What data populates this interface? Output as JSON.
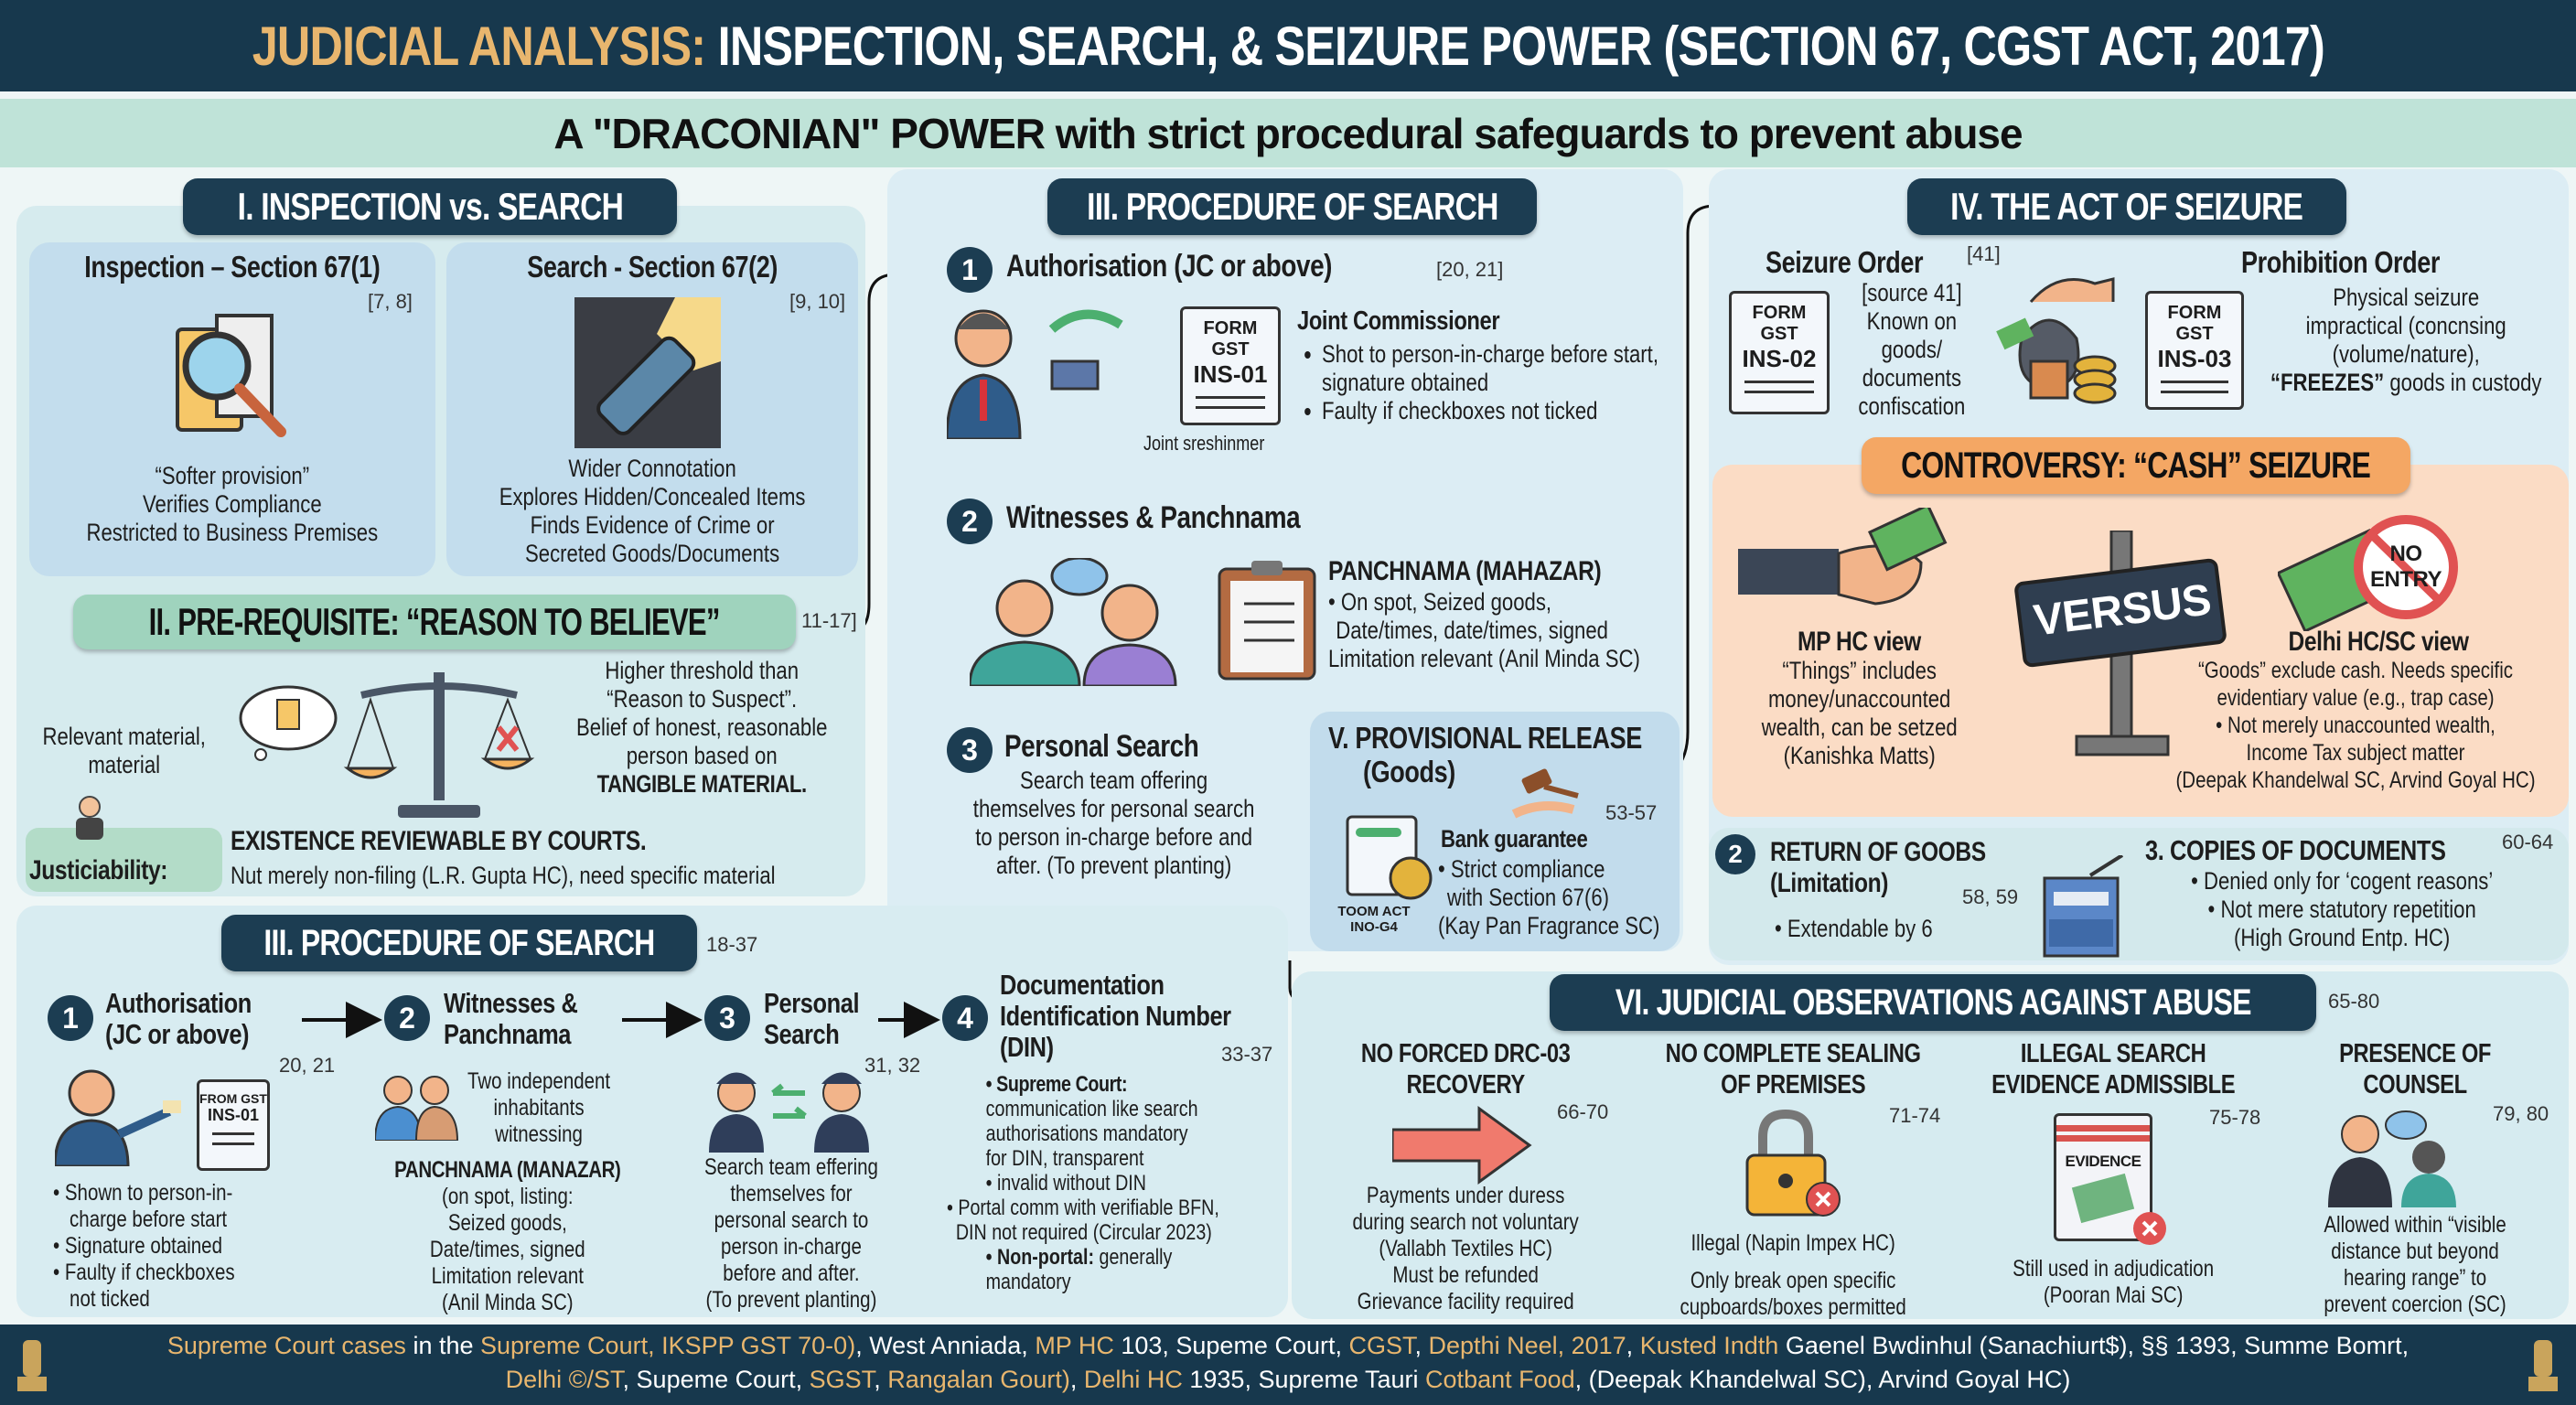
{
  "colors": {
    "header_bg": "#17384d",
    "accent_gold": "#e8b66e",
    "subtitle_bg": "#bfe3d8",
    "pill_dark": "#1c3d52",
    "prereq_green": "#9fd3bd",
    "controversy_orange": "#f4a764",
    "controversy_bg": "#fbdcc5",
    "alert_red": "#e05252"
  },
  "header": {
    "title_accent": "JUDICIAL ANALYSIS:",
    "title_main": "INSPECTION, SEARCH, & SEIZURE POWER (SECTION 67, CGST ACT, 2017)",
    "subtitle": "A \"DRACONIAN\" POWER with strict procedural safeguards to prevent abuse"
  },
  "section1": {
    "title": "I. INSPECTION vs. SEARCH",
    "inspection": {
      "heading": "Inspection – Section 67(1)",
      "ref": "[7, 8]",
      "icon": "magnifier-document-icon",
      "lines": [
        "“Softer provision”",
        "Verifies Compliance",
        "Restricted to Business Premises"
      ]
    },
    "search": {
      "heading": "Search - Section 67(2)",
      "ref": "[9, 10]",
      "icon": "flashlight-icon",
      "lines": [
        "Wider Connotation",
        "Explores Hidden/Concealed Items",
        "Finds Evidence of Crime or",
        "Secreted Goods/Documents"
      ]
    }
  },
  "section2": {
    "title": "II. PRE-REQUISITE: “REASON TO BELIEVE”",
    "ref": "11-17]",
    "left_lines": [
      "Relevant material,",
      "material"
    ],
    "right_lines": [
      "Higher threshold than",
      "“Reason to Suspect”.",
      "Belief of honest, reasonable",
      "person based on"
    ],
    "right_bold": "TANGIBLE MATERIAL.",
    "justiciability_label": "Justiciability:",
    "just_bold": "EXISTENCE REVIEWABLE BY COURTS.",
    "just_text": "Nut merely non-filing (L.R. Gupta HC), need specific material"
  },
  "section3_top": {
    "title": "III. PROCEDURE OF SEARCH",
    "step1": {
      "num": "1",
      "heading": "Authorisation (JC or above)",
      "ref": "[20, 21]",
      "form_top": "FORM GST",
      "form_id": "INS-01",
      "caption": "Joint sreshinmer",
      "sub_heading": "Joint Commissioner",
      "bullets": [
        "Shot to person-in-charge before start, signature obtained",
        "Faulty if checkboxes not ticked"
      ]
    },
    "step2": {
      "num": "2",
      "heading": "Witnesses & Panchnama",
      "sub_heading": "PANCHNAMA (MAHAZAR)",
      "lines": [
        "• On spot,  Seized goods,",
        "Date/times, date/times, signed",
        "Limitation relevant (Anil Minda SC)"
      ]
    },
    "step3": {
      "num": "3",
      "heading": "Personal Search",
      "lines": [
        "Search team offering",
        "themselves for personal search",
        "to person in-charge before and",
        "after. (To prevent planting)"
      ]
    }
  },
  "section5": {
    "title_line1": "V. PROVISIONAL RELEASE",
    "title_line2": "(Goods)",
    "ref": "53-57",
    "doc_caption_1": "TOOM ACT",
    "doc_caption_2": "INO-G4",
    "sub_heading": "Bank guarantee",
    "lines": [
      "• Strict compliance",
      "with Section 67(6)",
      "(Kay Pan Fragrance SC)"
    ]
  },
  "section4": {
    "title": "IV. THE ACT OF SEIZURE",
    "seizure": {
      "heading": "Seizure Order",
      "ref": "[41]",
      "form_top": "FORM GST",
      "form_id": "INS-02",
      "lines": [
        "[source 41]",
        "Known on",
        "goods/",
        "documents",
        "confiscation"
      ]
    },
    "prohibition": {
      "heading": "Prohibition Order",
      "form_top": "FORM GST",
      "form_id": "INS-03",
      "lines": [
        "Physical seizure",
        "impractical (concnsing",
        "(volume/nature),"
      ],
      "bold": "“FREEZES”",
      "tail": " goods in custody"
    }
  },
  "controversy": {
    "title": "CONTROVERSY: “CASH” SEIZURE",
    "versus": "VERSUS",
    "no_entry_1": "NO",
    "no_entry_2": "ENTRY",
    "mp": {
      "heading": "MP HC view",
      "lines": [
        "“Things” includes",
        "money/unaccounted",
        "wealth, can be setzed",
        "(Kanishka Matts)"
      ]
    },
    "delhi": {
      "heading": "Delhi HC/SC view",
      "lines": [
        "“Goods” exclude cash. Needs specific",
        "evidentiary value (e.g., trap case)",
        "• Not merely unaccounted wealth,",
        "Income Tax subject matter",
        "(Deepak Khandelwal SC, Arvind Goyal HC)"
      ]
    }
  },
  "return_goods": {
    "num": "2",
    "heading_1": "RETURN OF GOOBS",
    "heading_2": "(Limitation)",
    "ref": "58, 59",
    "bullet": "• Extendable by 6"
  },
  "copies": {
    "heading": "3. COPIES OF DOCUMENTS",
    "ref": "60-64",
    "lines": [
      "• Denied only for ‘cogent reasons’",
      "• Not mere statutory repetition",
      "(High Ground Entp. HC)"
    ]
  },
  "section3_bottom": {
    "title": "III. PROCEDURE OF SEARCH",
    "ref": "18-37",
    "steps": [
      {
        "num": "1",
        "heading_1": "Authorisation",
        "heading_2": "(JC or above)",
        "ref": "20, 21",
        "form_top": "FROM GST",
        "form_id": "INS-01",
        "bullets": [
          "• Shown to person-in-",
          "charge before start",
          "• Signature obtained",
          "• Faulty if checkboxes",
          "not ticked"
        ]
      },
      {
        "num": "2",
        "heading_1": "Witnesses &",
        "heading_2": "Panchnama",
        "side_lines": [
          "Two independent",
          "inhabitants",
          "witnessing"
        ],
        "sub_heading": "PANCHNAMA (MANAZAR)",
        "lines": [
          "(on spot, listing:",
          "Seized goods,",
          "Date/times, signed",
          "Limitation relevant",
          "(Anil Minda SC)"
        ]
      },
      {
        "num": "3",
        "heading_1": "Personal",
        "heading_2": "Search",
        "ref": "31, 32",
        "lines": [
          "Search team effering",
          "themselves for",
          "personal search to",
          "person in-charge",
          "before and after.",
          "(To prevent planting)"
        ]
      },
      {
        "num": "4",
        "heading_1": "Documentation",
        "heading_2": "Identification Number",
        "heading_3": "(DIN)",
        "ref": "33-37",
        "sc_bold": "• Supreme Court:",
        "lines": [
          "communication like search",
          "authorisations mandatory",
          "for DIN, transparent",
          "• invalid without DIN"
        ],
        "portal_lines": [
          "• Portal comm with verifiable BFN,",
          "DIN not required (Circular 2023)"
        ],
        "np_bold": "• Non-portal:",
        "np_tail": " generally",
        "np_line2": "mandatory"
      }
    ]
  },
  "section6": {
    "title": "VI. JUDICIAL OBSERVATIONS AGAINST ABUSE",
    "ref": "65-80",
    "cols": [
      {
        "heading_1": "NO FORCED DRC-03",
        "heading_2": "RECOVERY",
        "ref": "66-70",
        "lines": [
          "Payments under duress",
          "during search not voluntary",
          "(Vallabh Textiles HC)",
          "Must be refunded",
          "Grievance facility required"
        ]
      },
      {
        "heading_1": "NO COMPLETE SEALING",
        "heading_2": "OF PREMISES",
        "ref": "71-74",
        "lines": [
          "Illegal (Napin Impex HC)",
          "",
          "Only break open specific",
          "cupboards/boxes permitted"
        ]
      },
      {
        "heading_1": "ILLEGAL SEARCH",
        "heading_2": "EVIDENCE ADMISSIBLE",
        "ref": "75-78",
        "evidence_label": "EVIDENCE",
        "lines": [
          "Still used in adjudication",
          "(Pooran Mai SC)"
        ]
      },
      {
        "heading_1": "PRESENCE OF",
        "heading_2": "COUNSEL",
        "ref": "79, 80",
        "lines": [
          "Allowed within “visible",
          "distance but beyond",
          "hearing range” to",
          "prevent coercion (SC)"
        ]
      }
    ]
  },
  "footer": {
    "line1": [
      {
        "text": "Supreme Court cases",
        "gold": true
      },
      {
        "text": " in the ",
        "gold": false
      },
      {
        "text": "Supreme Court, IKSPP GST 70-0)",
        "gold": true
      },
      {
        "text": ", West Anniada, ",
        "gold": false
      },
      {
        "text": "MP HC",
        "gold": true
      },
      {
        "text": " 103, Supeme Court, ",
        "gold": false
      },
      {
        "text": "CGST",
        "gold": true
      },
      {
        "text": ", ",
        "gold": false
      },
      {
        "text": "Depthi Neel, 2017",
        "gold": true
      },
      {
        "text": ", ",
        "gold": false
      },
      {
        "text": "Kusted Indth",
        "gold": true
      },
      {
        "text": " Gaenel Bwdinhul (Sanachiurt$), §§ 1393, Summe Bomrt,",
        "gold": false
      }
    ],
    "line2": [
      {
        "text": "Delhi ©/ST",
        "gold": true
      },
      {
        "text": ", Supeme Court, ",
        "gold": false
      },
      {
        "text": "SGST",
        "gold": true
      },
      {
        "text": ", ",
        "gold": false
      },
      {
        "text": "Rangalan Gourt)",
        "gold": true
      },
      {
        "text": ", ",
        "gold": false
      },
      {
        "text": "Delhi HC",
        "gold": true
      },
      {
        "text": " 1935, Supreme Tauri ",
        "gold": false
      },
      {
        "text": "Cotbant Food",
        "gold": true
      },
      {
        "text": ", (Deepak Khandelwal SC), Arvind Goyal HC)",
        "gold": false
      }
    ]
  }
}
